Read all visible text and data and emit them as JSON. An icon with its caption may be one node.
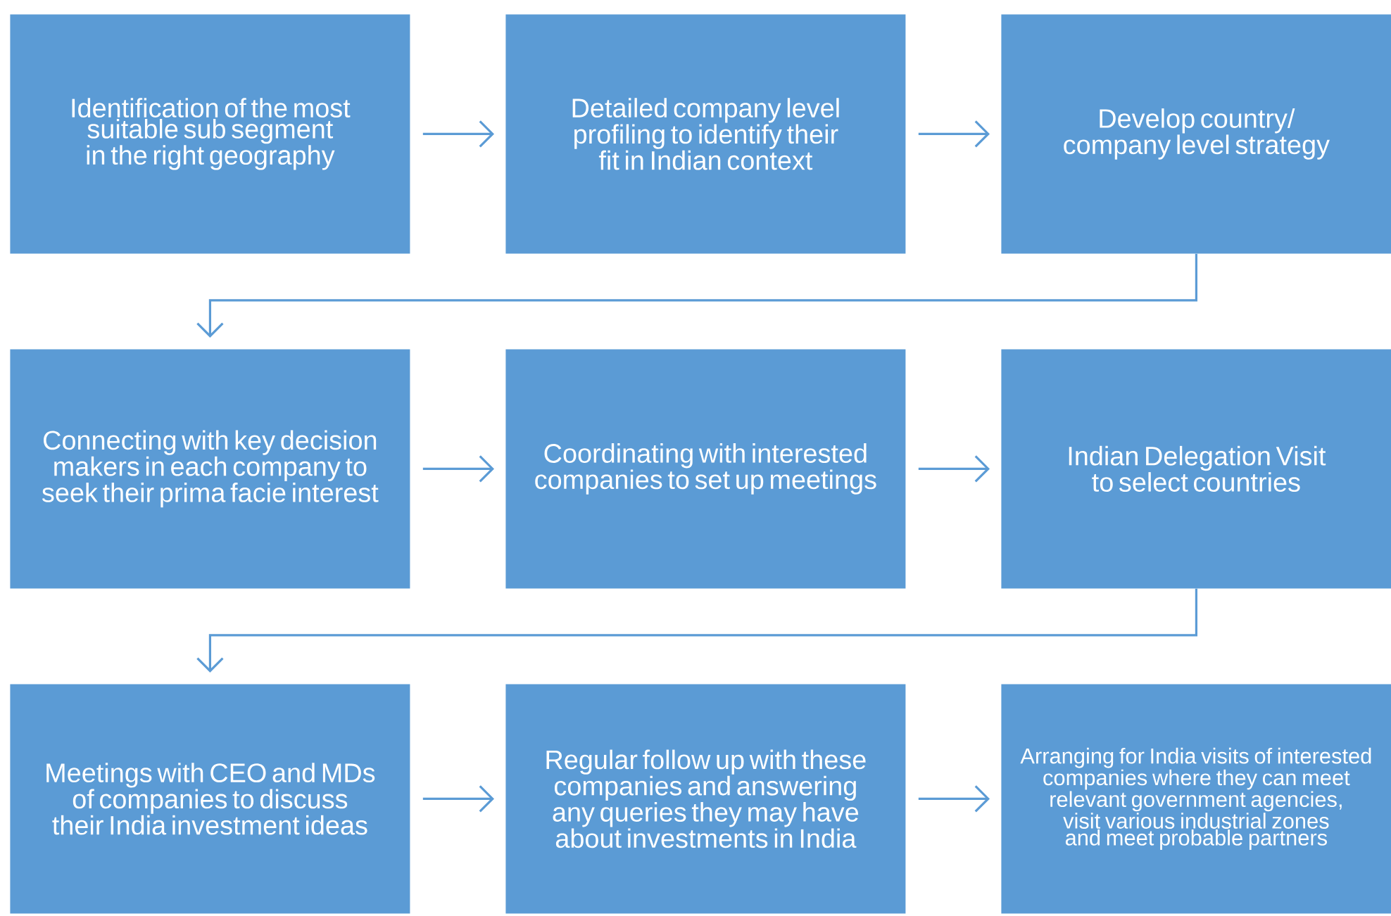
{
  "diagram": {
    "nodes": [
      {
        "text": [
          "Identification of the most suitable sub segment in the right geography"
        ]
      },
      {
        "text": [
          "Detailed company level profiling to identify their fit in Indian context"
        ]
      },
      {
        "text": [
          "Develop country/ company level strategy"
        ]
      },
      {
        "text": [
          "Connecting with key decision makers in each company to seek their prima facie interest"
        ]
      },
      {
        "text": [
          "Coordinating with interested companies to set up meetings"
        ]
      },
      {
        "text": [
          "Indian Delegation Visit to select countries"
        ]
      },
      {
        "text": [
          "Meetings with CEO and MDs of companies to discuss their India investment ideas"
        ]
      },
      {
        "text": [
          "Regular follow up with these companies and answering any queries they may have about investments in India"
        ]
      },
      {
        "text": [
          "Arranging for India visits of interested companies where they can meet relevant government agencies, visit various industrial zones and meet probable partners"
        ]
      }
    ],
    "edges": [
      {
        "from": 0,
        "to": 1,
        "arrow": "to"
      },
      {
        "from": 1,
        "to": 2,
        "arrow": "to"
      },
      {
        "from": 2,
        "to": 3,
        "arrow": "to"
      },
      {
        "from": 3,
        "to": 4,
        "arrow": "to"
      },
      {
        "from": 4,
        "to": 5,
        "arrow": "to"
      },
      {
        "from": 5,
        "to": 6,
        "arrow": "to"
      },
      {
        "from": 6,
        "to": 7,
        "arrow": "to"
      },
      {
        "from": 7,
        "to": 8,
        "arrow": "to"
      }
    ]
  }
}
